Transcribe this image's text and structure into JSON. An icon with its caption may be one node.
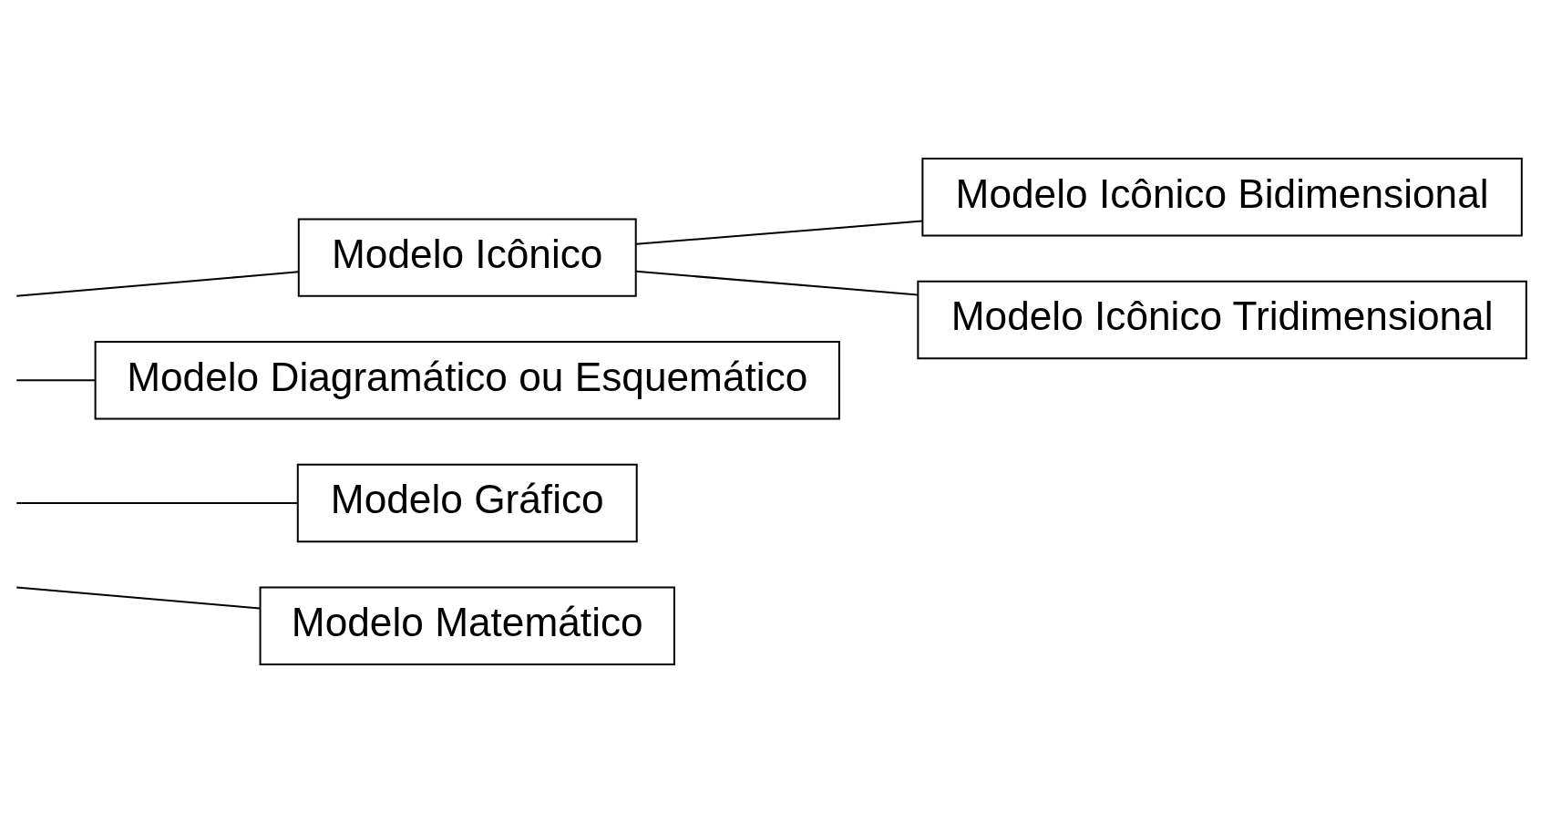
{
  "diagram": {
    "nodes": [
      {
        "text": [
          "Modelo Icônico"
        ]
      },
      {
        "text": [
          "Modelo Icônico Bidimensional"
        ]
      },
      {
        "text": [
          "Modelo Icônico Tridimensional"
        ]
      },
      {
        "text": [
          "Modelo Diagramático ou Esquemático"
        ]
      },
      {
        "text": [
          "Modelo Gráfico"
        ]
      },
      {
        "text": [
          "Modelo Matemático"
        ]
      }
    ],
    "edges": [
      {
        "from": 0,
        "to": 1,
        "arrow": "none"
      },
      {
        "from": 0,
        "to": 2,
        "arrow": "none"
      },
      {
        "from": null,
        "to": 0,
        "arrow": "none"
      },
      {
        "from": null,
        "to": 3,
        "arrow": "none"
      },
      {
        "from": null,
        "to": 4,
        "arrow": "none"
      },
      {
        "from": null,
        "to": 5,
        "arrow": "none"
      }
    ]
  }
}
